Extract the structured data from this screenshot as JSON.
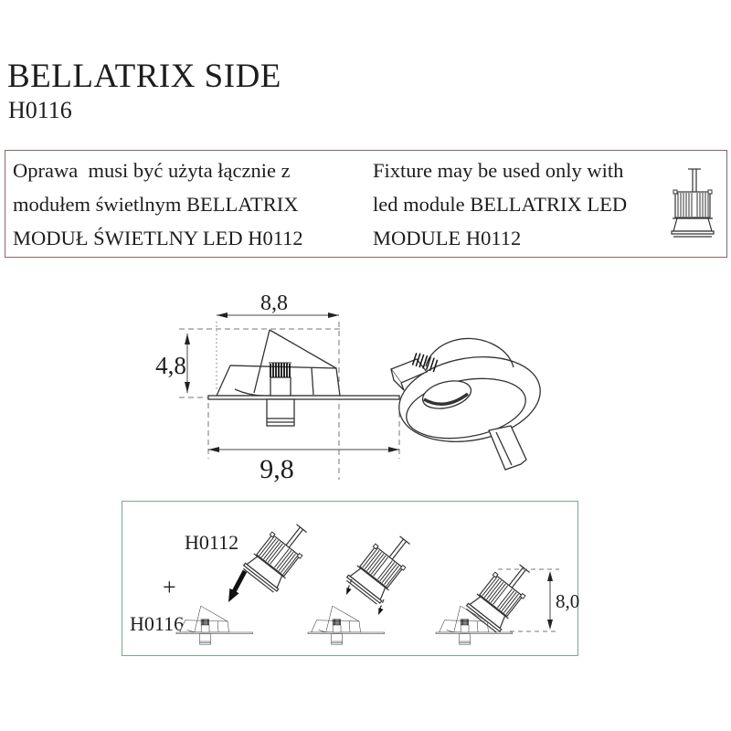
{
  "header": {
    "title": "BELLATRIX SIDE",
    "model": "H0116"
  },
  "note": {
    "pl_lines": [
      "Oprawa  musi być użyta łącznie z",
      "modułem świetlnym BELLATRIX",
      "MODUŁ ŚWIETLNY LED H0112"
    ],
    "en_lines": [
      "Fixture may be used only with",
      "led module BELLATRIX LED",
      "MODULE H0112"
    ],
    "icon": "led-module-icon"
  },
  "drawing": {
    "dim_top_width": "8,8",
    "dim_height": "4,8",
    "dim_bottom_width": "9,8"
  },
  "assembly": {
    "module_label": "H0112",
    "plus_sign": "+",
    "fixture_label": "H0116",
    "dim_installed_height": "8,0"
  },
  "colors": {
    "note_border": "#8d6466",
    "assembly_border": "#7aa98b",
    "line": "#333333",
    "text": "#1d1d1d"
  }
}
